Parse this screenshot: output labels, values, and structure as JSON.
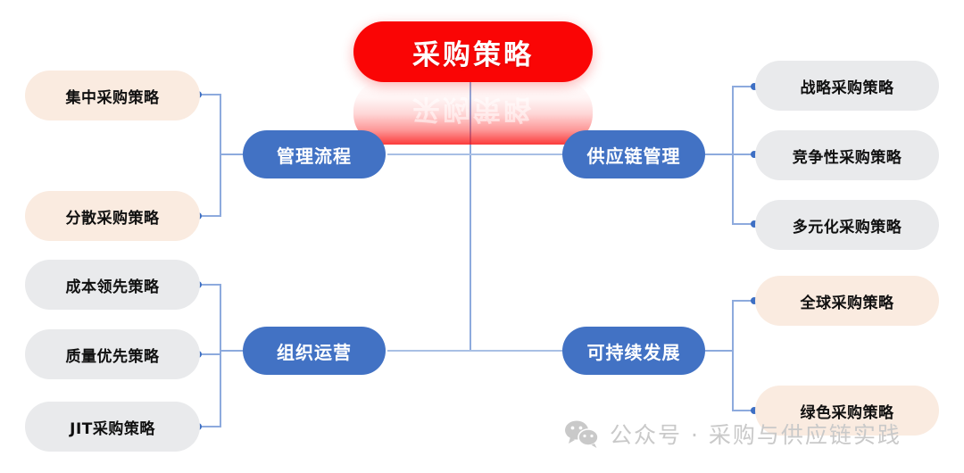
{
  "diagram": {
    "type": "mind-map",
    "title": "采购策略",
    "root": {
      "label": "采购策略",
      "color": "#FA0505",
      "text_color": "#FFFFFF"
    },
    "branches": [
      {
        "label": "管理流程",
        "side": "left",
        "color": "#4272C4",
        "leaf_style": "peach",
        "leaf_color": "#FAEBE0",
        "leaves": [
          {
            "label": "集中采购策略"
          },
          {
            "label": "分散采购策略"
          }
        ]
      },
      {
        "label": "组织运营",
        "side": "left",
        "color": "#4272C4",
        "leaf_style": "gray",
        "leaf_color": "#E9EAEC",
        "leaves": [
          {
            "label": "成本领先策略"
          },
          {
            "label": "质量优先策略"
          },
          {
            "label": "JIT采购策略"
          }
        ]
      },
      {
        "label": "供应链管理",
        "side": "right",
        "color": "#4272C4",
        "leaf_style": "gray",
        "leaf_color": "#E9EAEC",
        "leaves": [
          {
            "label": "战略采购策略"
          },
          {
            "label": "竞争性采购策略"
          },
          {
            "label": "多元化采购策略"
          }
        ]
      },
      {
        "label": "可持续发展",
        "side": "right",
        "color": "#4272C4",
        "leaf_style": "peach",
        "leaf_color": "#FAEBE0",
        "leaves": [
          {
            "label": "全球采购策略"
          },
          {
            "label": "绿色采购策略"
          }
        ]
      }
    ],
    "connector_color": "#8DAADD",
    "connector_dot_color": "#3D6FC4"
  },
  "watermark": {
    "icon": "wechat-icon",
    "text": "公众号 · 采购与供应链实践",
    "color": "#C9C9C9"
  }
}
